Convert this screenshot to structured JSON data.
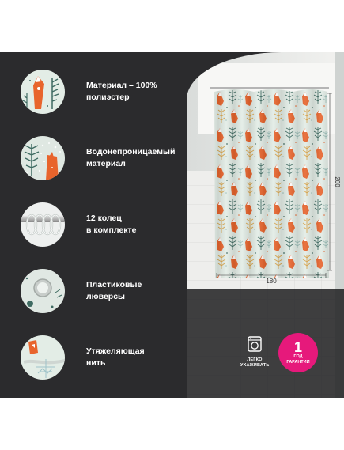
{
  "features": [
    {
      "line1": "Материал – 100%",
      "line2": "полиэстер",
      "icon": "fabric-fox-pattern"
    },
    {
      "line1": "Водонепроницаемый",
      "line2": "материал",
      "icon": "water-drops-fabric"
    },
    {
      "line1": "12 колец",
      "line2": "в комплекте",
      "icon": "rings-on-rod"
    },
    {
      "line1": "Пластиковые",
      "line2": "люверсы",
      "icon": "grommet"
    },
    {
      "line1": "Утяжеляющая",
      "line2": "нить",
      "icon": "weighted-hem"
    }
  ],
  "dimensions": {
    "width": "180",
    "height": "200"
  },
  "care_badge": {
    "line1": "ЛЕГКО",
    "line2": "УХАЖИВАТЬ",
    "icon": "washing-machine-icon"
  },
  "guarantee_badge": {
    "number": "1",
    "line1": "ГОД",
    "line2": "ГАРАНТИИ"
  },
  "colors": {
    "panel": "#2b2b2d",
    "accent_pink": "#e6197b",
    "curtain_bg": "#e3ede6",
    "fox_orange": "#e8642c",
    "leaf_green": "#3f6b62",
    "leaf_gold": "#d9a44a"
  }
}
